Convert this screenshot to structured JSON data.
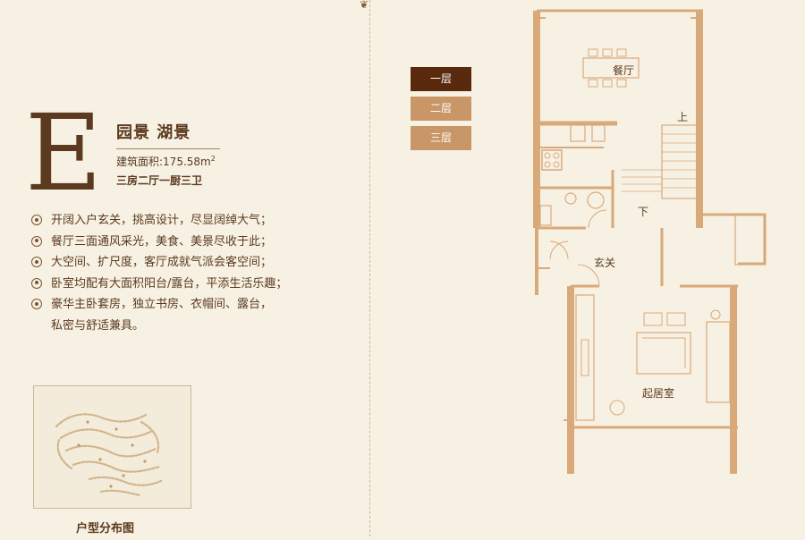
{
  "header": {
    "type_letter": "E",
    "title": "园景 湖景",
    "area_label": "建筑面积:",
    "area_value": "175.58m",
    "area_sup": "2",
    "rooms": "三房二厅一厨三卫"
  },
  "features": [
    "开阔入户玄关，挑高设计，尽显阔绰大气；",
    "餐厅三面通风采光，美食、美景尽收于此；",
    "大空间、扩尺度，客厅成就气派会客空间；",
    "卧室均配有大面积阳台/露台，平添生活乐趣；",
    "豪华主卧套房，独立书房、衣帽间、露台，"
  ],
  "features_continuation": "私密与舒适兼具。",
  "map": {
    "caption": "户型分布图"
  },
  "floor_tabs": [
    {
      "label": "一层",
      "active": true
    },
    {
      "label": "二层",
      "active": false
    },
    {
      "label": "三层",
      "active": false
    }
  ],
  "plan": {
    "dining": "餐厅",
    "up": "上",
    "down": "下",
    "foyer": "玄关",
    "living": "起居室"
  },
  "colors": {
    "background": "#f7f1e3",
    "text": "#5b3a1f",
    "tab_active": "#5a2a0f",
    "tab_inactive": "#c89667",
    "wall": "#d9a97a"
  }
}
